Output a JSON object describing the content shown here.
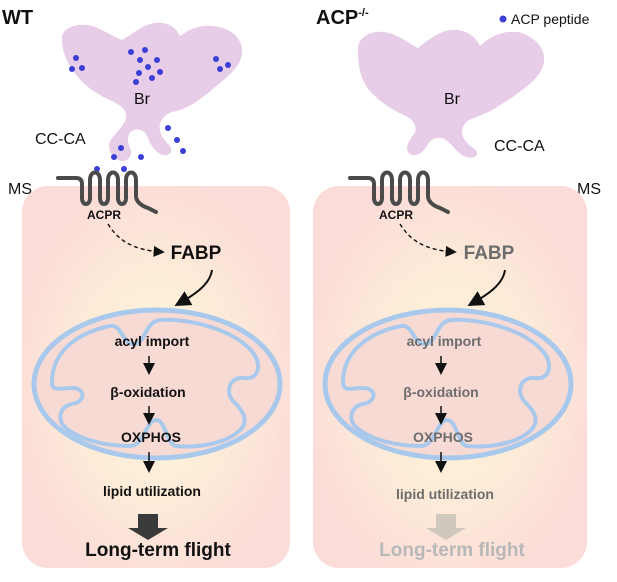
{
  "legend": {
    "label": "ACP peptide",
    "dot_color": "#3b3fd6"
  },
  "colors": {
    "brain": "#e7cde8",
    "muscle": "#fde3df",
    "muscle_glow": "#fff6d8",
    "mito_outer": "#a9c9ec",
    "mito_fill": "#f8dad4",
    "receptor": "#4a4a4a",
    "text_dark": "#111111",
    "text_faded": "#6d6d6d",
    "flight_faded": "#b8b8b8",
    "arrow_faded": "#cfc8bd"
  },
  "left": {
    "title": "WT",
    "brain_label": "Br",
    "ccca_label": "CC-CA",
    "muscle_label": "MS",
    "receptor_label": "ACPR",
    "fabp_label": "FABP",
    "steps": [
      "acyl import",
      "β-oxidation",
      "OXPHOS",
      "lipid utilization"
    ],
    "outcome": "Long-term flight"
  },
  "right": {
    "title": "ACP",
    "title_superscript": "-/-",
    "brain_label": "Br",
    "ccca_label": "CC-CA",
    "muscle_label": "MS",
    "receptor_label": "ACPR",
    "fabp_label": "FABP",
    "steps": [
      "acyl import",
      "β-oxidation",
      "OXPHOS",
      "lipid utilization"
    ],
    "outcome": "Long-term flight"
  }
}
